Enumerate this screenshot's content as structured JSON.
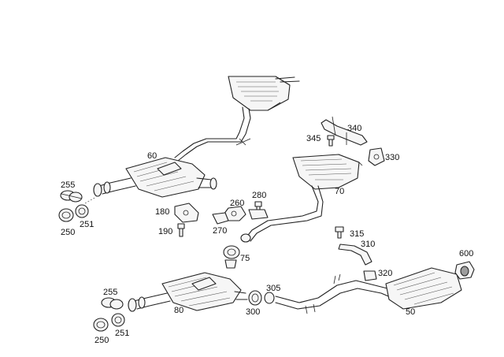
{
  "diagram": {
    "type": "exploded-parts-diagram",
    "parts": [
      {
        "id": "p60",
        "number": "60",
        "icon": "center-muffler-upper"
      },
      {
        "id": "p70",
        "number": "70",
        "icon": "rear-muffler-right"
      },
      {
        "id": "p50",
        "number": "50",
        "icon": "rear-muffler-lower"
      },
      {
        "id": "p80",
        "number": "80",
        "icon": "center-muffler-lower"
      },
      {
        "id": "p75",
        "number": "75",
        "icon": "clamp"
      },
      {
        "id": "p180",
        "number": "180",
        "icon": "bracket"
      },
      {
        "id": "p190",
        "number": "190",
        "icon": "bolt"
      },
      {
        "id": "p255a",
        "number": "255",
        "icon": "clamp"
      },
      {
        "id": "p250a",
        "number": "250",
        "icon": "clamp-ring"
      },
      {
        "id": "p251a",
        "number": "251",
        "icon": "clamp-ring"
      },
      {
        "id": "p255b",
        "number": "255",
        "icon": "clamp"
      },
      {
        "id": "p250b",
        "number": "250",
        "icon": "clamp-ring"
      },
      {
        "id": "p251b",
        "number": "251",
        "icon": "clamp-ring"
      },
      {
        "id": "p260",
        "number": "260",
        "icon": "rubber-mount"
      },
      {
        "id": "p270",
        "number": "270",
        "icon": "bracket"
      },
      {
        "id": "p280",
        "number": "280",
        "icon": "bolt"
      },
      {
        "id": "p300",
        "number": "300",
        "icon": "clamp"
      },
      {
        "id": "p305",
        "number": "305",
        "icon": "seal-ring"
      },
      {
        "id": "p310",
        "number": "310",
        "icon": "hanger-strap"
      },
      {
        "id": "p315",
        "number": "315",
        "icon": "bolt"
      },
      {
        "id": "p320",
        "number": "320",
        "icon": "rubber-mount"
      },
      {
        "id": "p330",
        "number": "330",
        "icon": "rubber-mount"
      },
      {
        "id": "p340",
        "number": "340",
        "icon": "hanger-bracket"
      },
      {
        "id": "p345",
        "number": "345",
        "icon": "bolt"
      },
      {
        "id": "p600",
        "number": "600",
        "icon": "tailpipe-tip"
      }
    ]
  }
}
